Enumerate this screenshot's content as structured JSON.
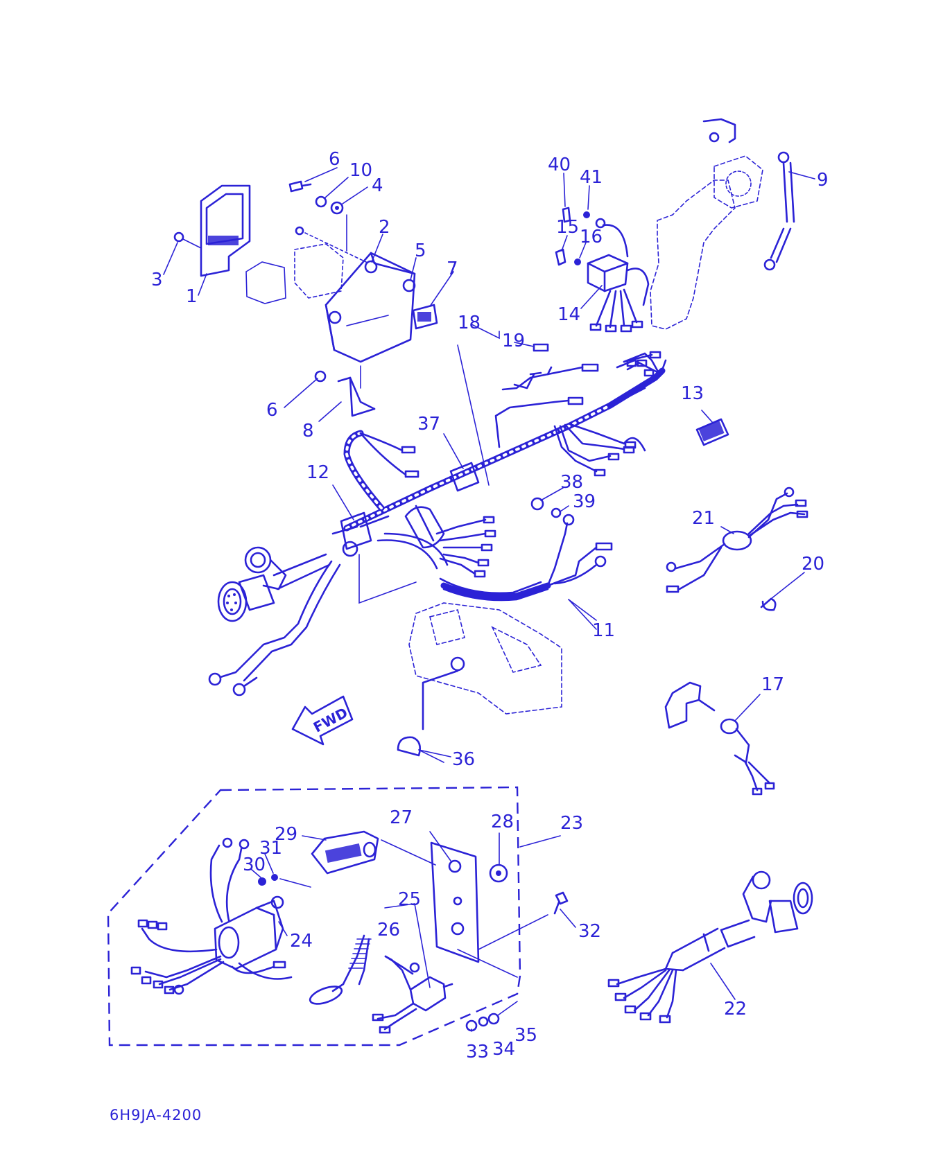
{
  "diagram": {
    "code": "6H9JA-4200",
    "direction_label": "FWD",
    "line_color": "#2b22d6",
    "background": "#ffffff",
    "labels": [
      {
        "id": "1",
        "text": "1"
      },
      {
        "id": "2",
        "text": "2"
      },
      {
        "id": "3",
        "text": "3"
      },
      {
        "id": "4",
        "text": "4"
      },
      {
        "id": "5",
        "text": "5"
      },
      {
        "id": "6a",
        "text": "6"
      },
      {
        "id": "6b",
        "text": "6"
      },
      {
        "id": "7",
        "text": "7"
      },
      {
        "id": "8",
        "text": "8"
      },
      {
        "id": "9",
        "text": "9"
      },
      {
        "id": "10",
        "text": "10"
      },
      {
        "id": "11",
        "text": "11"
      },
      {
        "id": "12",
        "text": "12"
      },
      {
        "id": "13",
        "text": "13"
      },
      {
        "id": "14",
        "text": "14"
      },
      {
        "id": "15",
        "text": "15"
      },
      {
        "id": "16",
        "text": "16"
      },
      {
        "id": "17",
        "text": "17"
      },
      {
        "id": "18",
        "text": "18"
      },
      {
        "id": "19",
        "text": "19"
      },
      {
        "id": "20",
        "text": "20"
      },
      {
        "id": "21",
        "text": "21"
      },
      {
        "id": "22",
        "text": "22"
      },
      {
        "id": "23",
        "text": "23"
      },
      {
        "id": "24",
        "text": "24"
      },
      {
        "id": "25",
        "text": "25"
      },
      {
        "id": "26",
        "text": "26"
      },
      {
        "id": "27",
        "text": "27"
      },
      {
        "id": "28",
        "text": "28"
      },
      {
        "id": "29",
        "text": "29"
      },
      {
        "id": "30",
        "text": "30"
      },
      {
        "id": "31",
        "text": "31"
      },
      {
        "id": "32",
        "text": "32"
      },
      {
        "id": "33",
        "text": "33"
      },
      {
        "id": "34",
        "text": "34"
      },
      {
        "id": "35",
        "text": "35"
      },
      {
        "id": "36",
        "text": "36"
      },
      {
        "id": "37",
        "text": "37"
      },
      {
        "id": "38",
        "text": "38"
      },
      {
        "id": "39",
        "text": "39"
      },
      {
        "id": "40",
        "text": "40"
      },
      {
        "id": "41",
        "text": "41"
      }
    ]
  }
}
